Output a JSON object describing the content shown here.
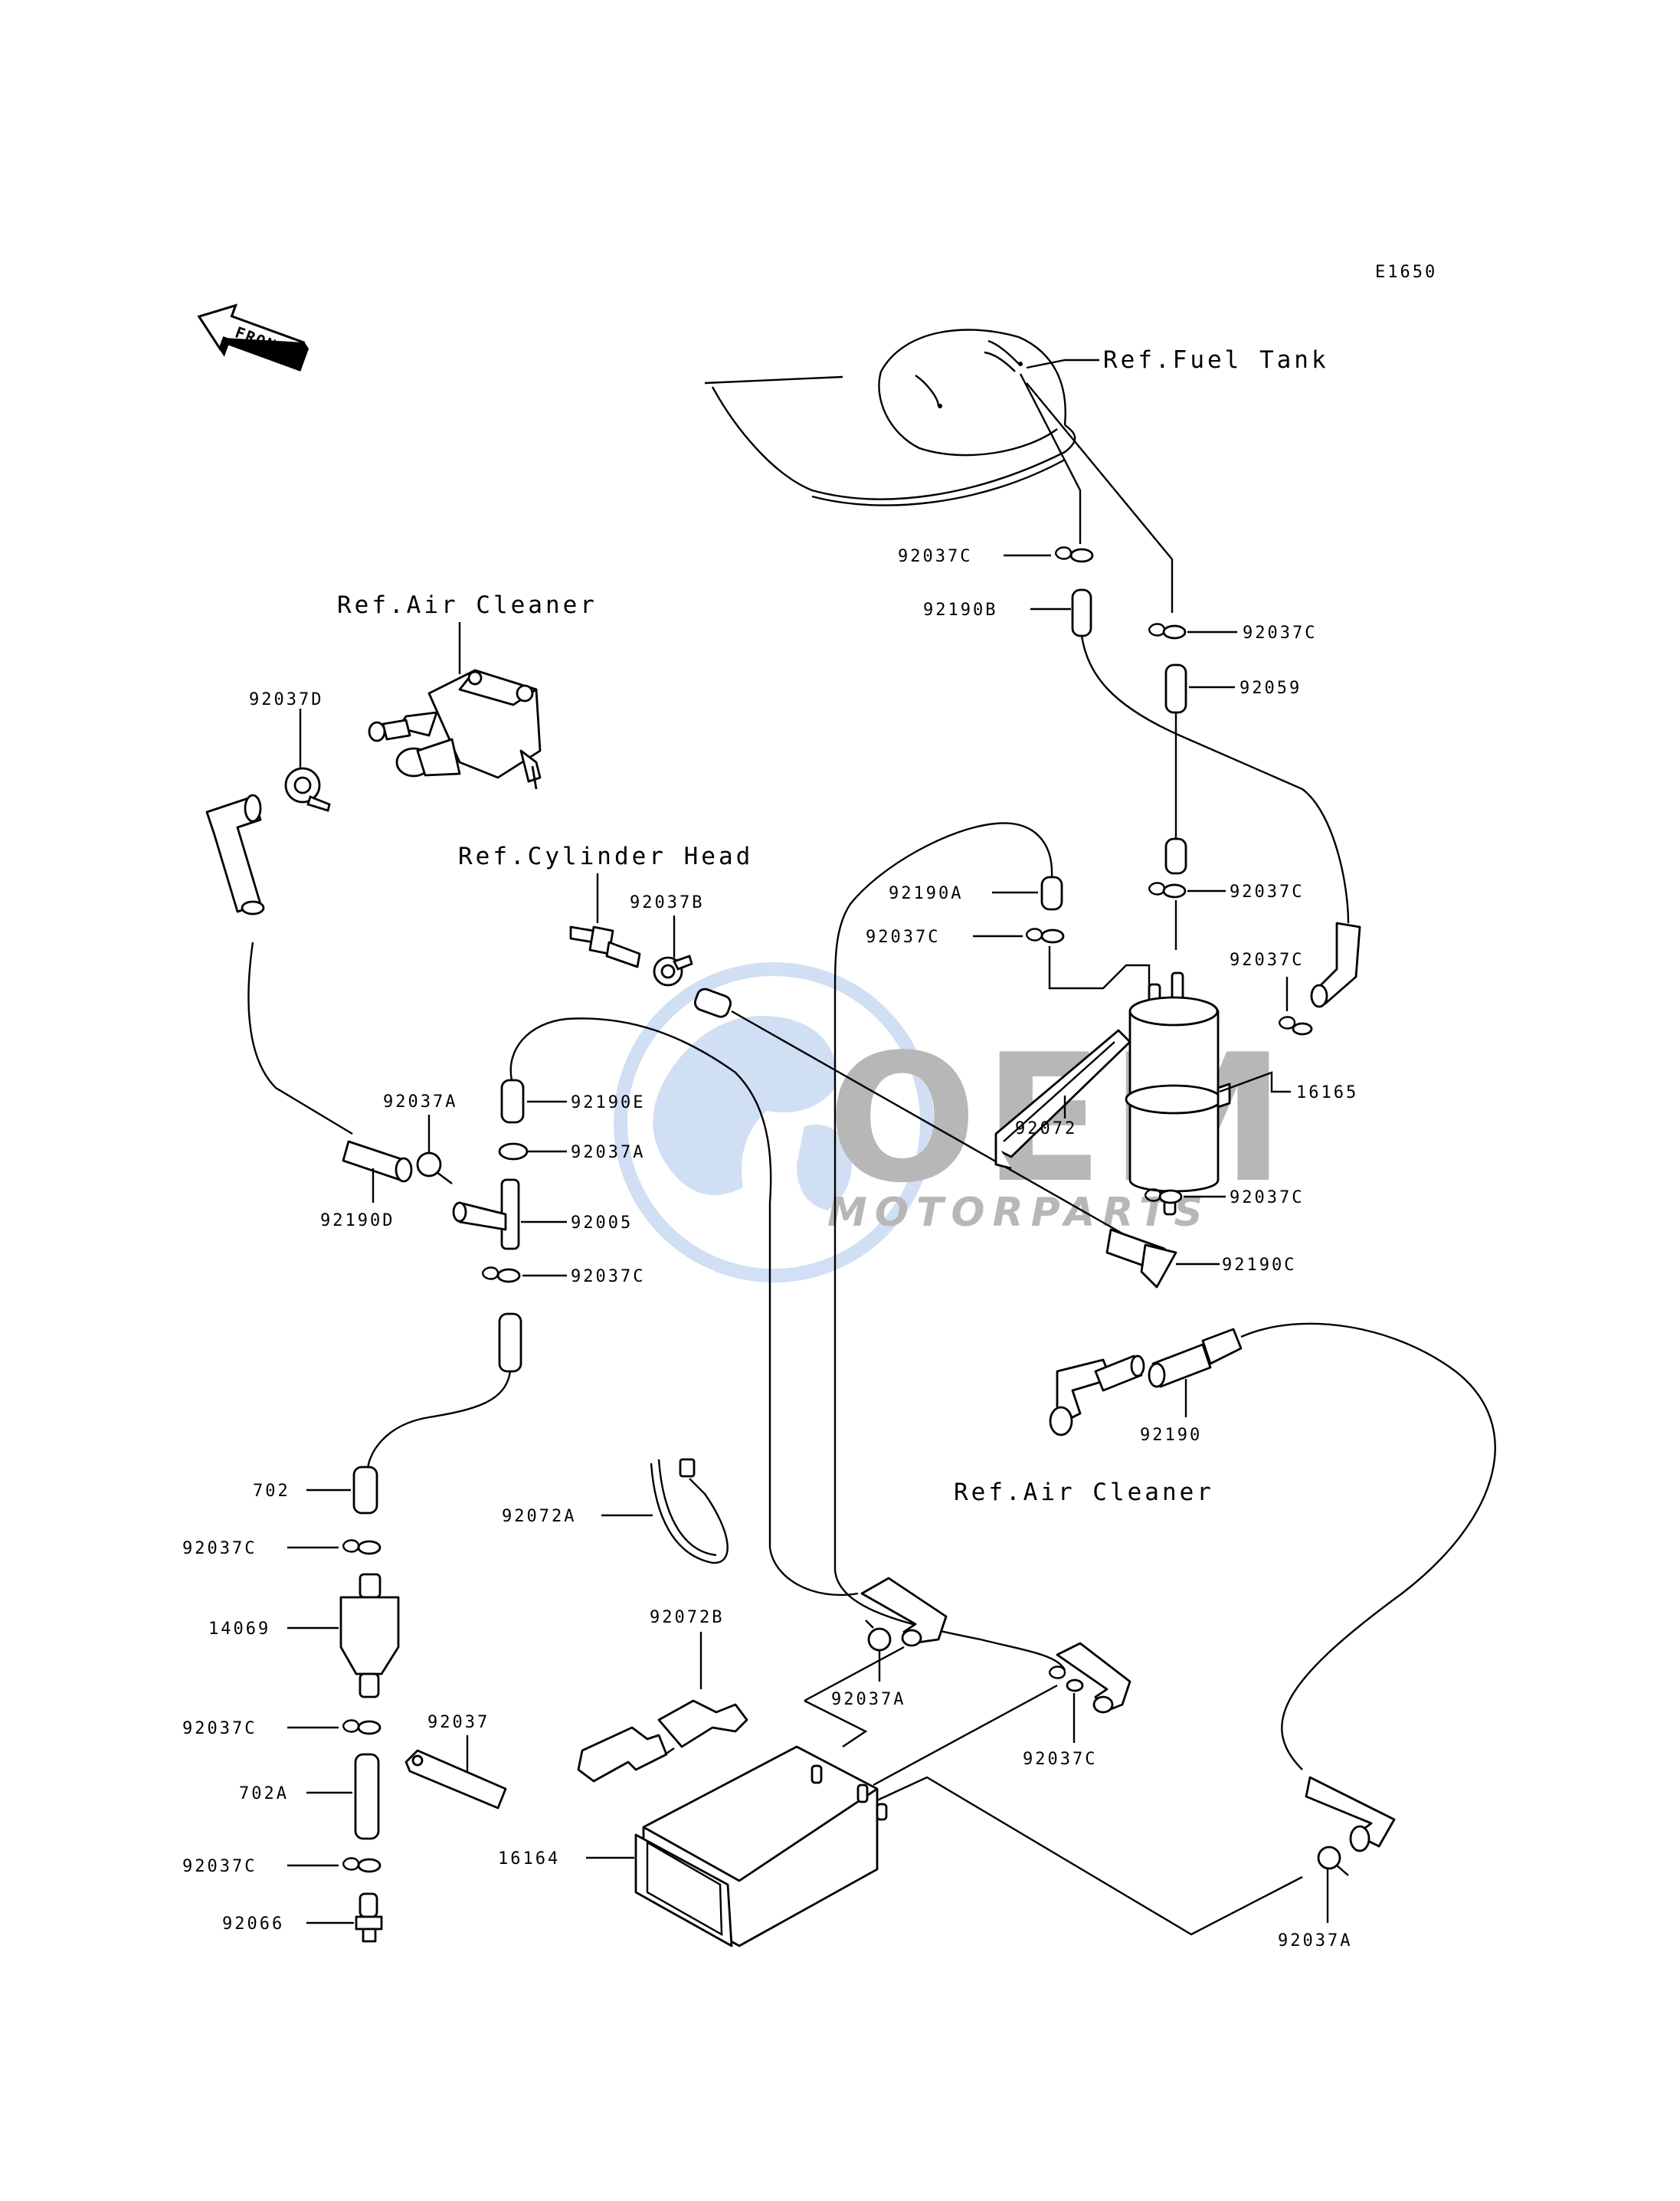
{
  "diagram": {
    "code": "E1650",
    "front_label": "FRONT",
    "references": {
      "fuel_tank": "Ref.Fuel Tank",
      "air_cleaner_top": "Ref.Air Cleaner",
      "cylinder_head": "Ref.Cylinder Head",
      "air_cleaner_right": "Ref.Air Cleaner"
    },
    "parts": {
      "p92037C_a": "92037C",
      "p92190B": "92190B",
      "p92037C_b": "92037C",
      "p92059": "92059",
      "p92037D": "92037D",
      "p92190A": "92190A",
      "p92037C_c": "92037C",
      "p92037C_d": "92037C",
      "p92037C_e": "92037C",
      "p92037B": "92037B",
      "p92037A_a": "92037A",
      "p92190E": "92190E",
      "p16165": "16165",
      "p92072": "92072",
      "p92037A_b": "92037A",
      "p92037C_f": "92037C",
      "p92190D": "92190D",
      "p92005": "92005",
      "p92190C": "92190C",
      "p92037C_g": "92037C",
      "p92190": "92190",
      "p702": "702",
      "p92072A": "92072A",
      "p92037C_h": "92037C",
      "p14069": "14069",
      "p92072B": "92072B",
      "p92037A_c": "92037A",
      "p92037C_i": "92037C",
      "p92037C_j": "92037C",
      "p92037": "92037",
      "p702A": "702A",
      "p16164": "16164",
      "p92037C_k": "92037C",
      "p92066": "92066",
      "p92037A_d": "92037A"
    }
  },
  "watermark": {
    "brand": "OEM",
    "tagline": "MOTORPARTS",
    "color": "#5b8fd6"
  }
}
